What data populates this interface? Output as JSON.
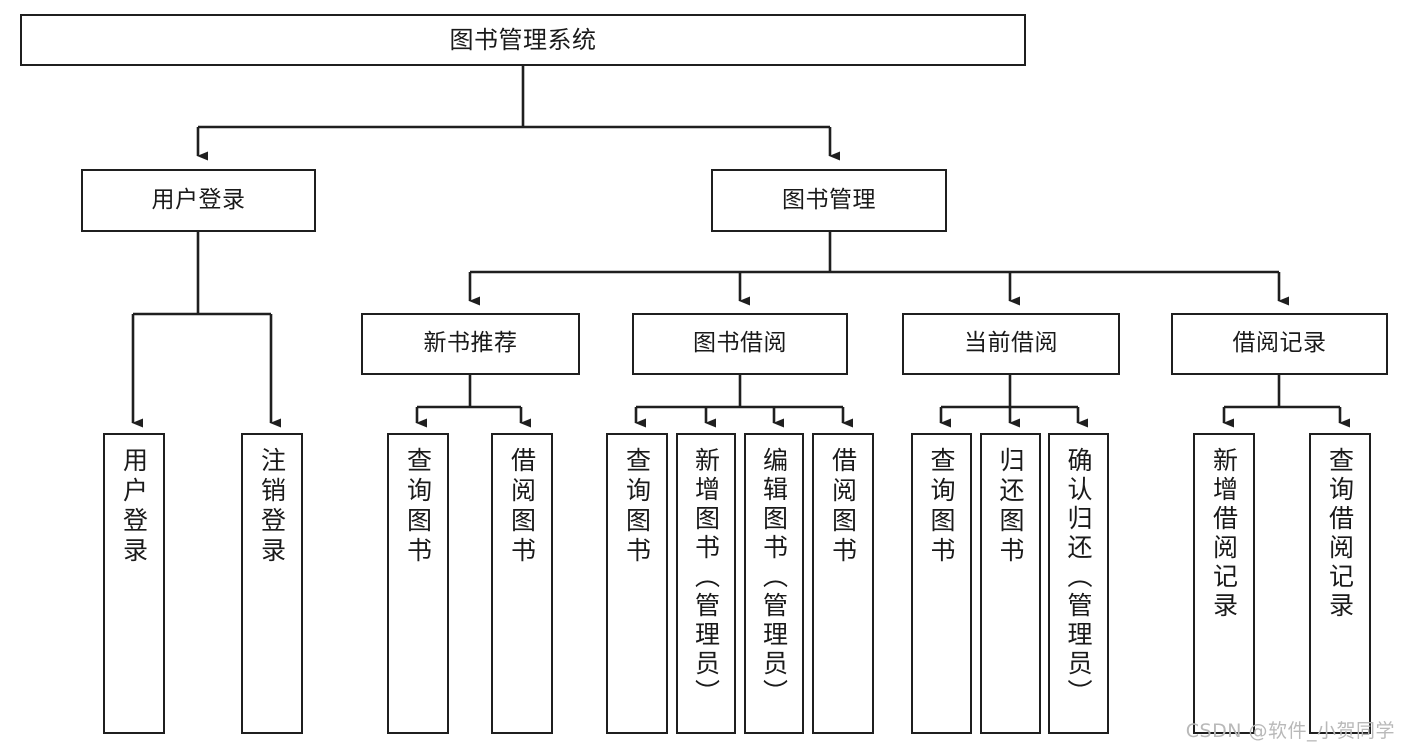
{
  "diagram": {
    "title": "图书管理系统",
    "type": "tree-hierarchy",
    "root": {
      "id": "root",
      "label": "图书管理系统"
    },
    "level2": [
      {
        "id": "user-login",
        "label": "用户登录"
      },
      {
        "id": "book-manage",
        "label": "图书管理"
      }
    ],
    "level3": [
      {
        "id": "new-book-rec",
        "label": "新书推荐"
      },
      {
        "id": "book-borrow",
        "label": "图书借阅"
      },
      {
        "id": "current-borrow",
        "label": "当前借阅"
      },
      {
        "id": "borrow-record",
        "label": "借阅记录"
      }
    ],
    "leaves": {
      "user_login": [
        {
          "id": "leaf-user-login",
          "label": "用户登录"
        },
        {
          "id": "leaf-logout",
          "label": "注销登录"
        }
      ],
      "new_book_rec": [
        {
          "id": "leaf-query-book-1",
          "label": "查询图书"
        },
        {
          "id": "leaf-borrow-book-1",
          "label": "借阅图书"
        }
      ],
      "book_borrow": [
        {
          "id": "leaf-query-book-2",
          "label": "查询图书"
        },
        {
          "id": "leaf-add-book",
          "label": "新增图书（管理员）"
        },
        {
          "id": "leaf-edit-book",
          "label": "编辑图书（管理员）"
        },
        {
          "id": "leaf-borrow-book-2",
          "label": "借阅图书"
        }
      ],
      "current_borrow": [
        {
          "id": "leaf-query-book-3",
          "label": "查询图书"
        },
        {
          "id": "leaf-return-book",
          "label": "归还图书"
        },
        {
          "id": "leaf-confirm-return",
          "label": "确认归还（管理员）"
        }
      ],
      "borrow_record": [
        {
          "id": "leaf-add-record",
          "label": "新增借阅记录"
        },
        {
          "id": "leaf-query-record",
          "label": "查询借阅记录"
        }
      ]
    },
    "colors": {
      "stroke": "#1f1f1f",
      "fill": "#ffffff",
      "text": "#1a1a1a",
      "watermark": "#b9b9b9"
    }
  },
  "watermark": {
    "text": "CSDN @软件_小贺同学"
  }
}
